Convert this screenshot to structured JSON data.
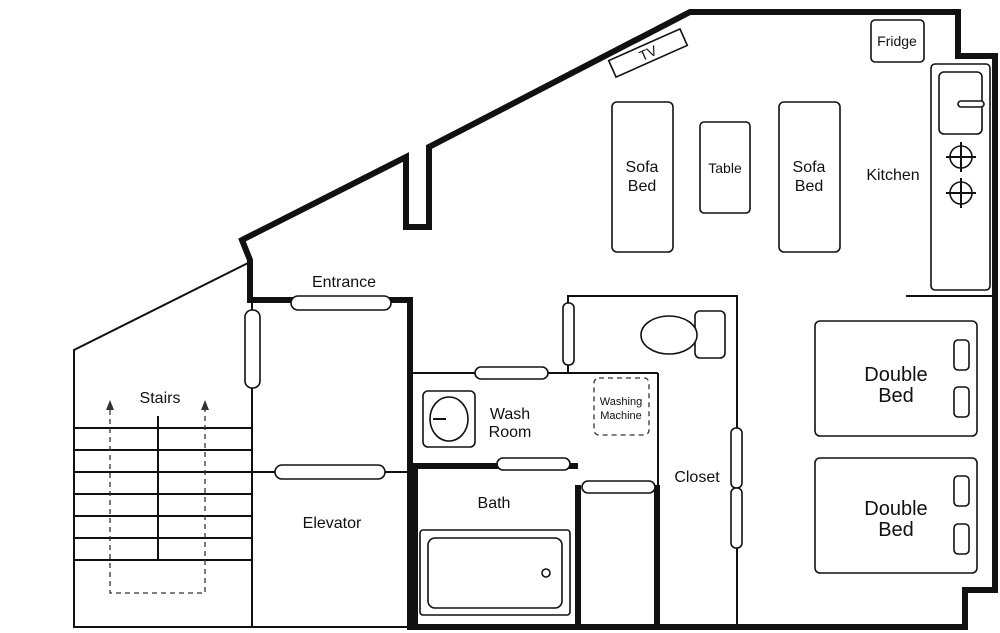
{
  "labels": {
    "tv": "TV",
    "fridge": "Fridge",
    "kitchen": "Kitchen",
    "table": "Table",
    "sofa_bed_left": [
      "Sofa",
      "Bed"
    ],
    "sofa_bed_right": [
      "Sofa",
      "Bed"
    ],
    "entrance": "Entrance",
    "stairs": "Stairs",
    "elevator": "Elevator",
    "wash_room": [
      "Wash",
      "Room"
    ],
    "washing_machine": [
      "Washing",
      "Machine"
    ],
    "bath": "Bath",
    "closet": "Closet",
    "double_bed_top": [
      "Double",
      "Bed"
    ],
    "double_bed_bottom": [
      "Double",
      "Bed"
    ]
  }
}
